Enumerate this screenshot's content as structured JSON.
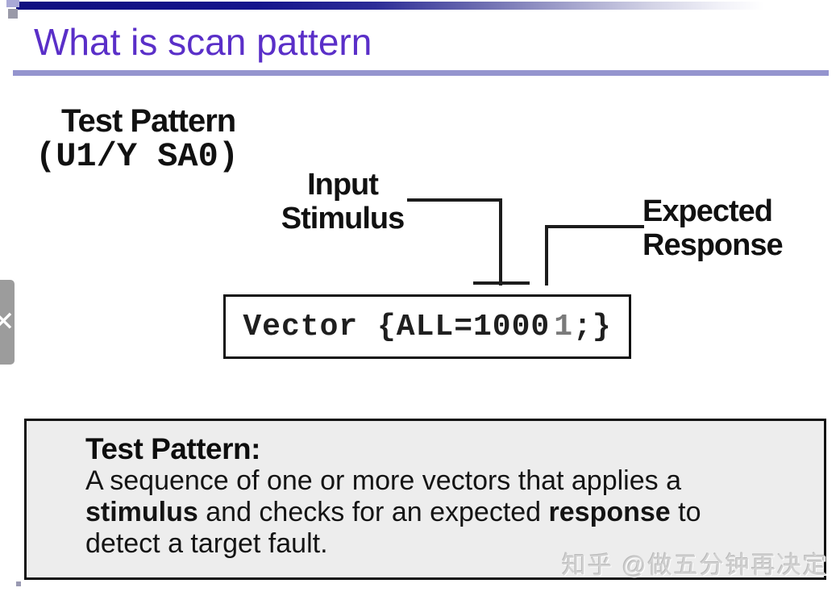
{
  "slide": {
    "title": "What is scan pattern",
    "pattern_heading": "Test Pattern",
    "pattern_subheading": "(U1/Y SA0)",
    "input_label_line1": "Input",
    "input_label_line2": "Stimulus",
    "expected_label_line1": "Expected",
    "expected_label_line2": "Response",
    "vector": {
      "prefix": "Vector {ALL=1000",
      "response_bit": "1",
      "suffix": ";}"
    },
    "definition": {
      "heading": "Test Pattern:",
      "line1": "A sequence of one or more vectors that applies a",
      "line2_bold1": "stimulus",
      "line2_text1": " and checks for an expected ",
      "line2_bold2": "response",
      "line2_text2": " to",
      "line3": "detect a target fault."
    }
  },
  "overlay": {
    "watermark": "知乎 @做五分钟再决定",
    "prev_button_glyph": "✕"
  },
  "colors": {
    "title_purple": "#5a2fc8",
    "title_rule": "#9494ce",
    "bar_navy": "#14148c",
    "definition_background": "#ededed",
    "connector_black": "#1c1c1c",
    "response_bit_gray": "#7a7a7a",
    "watermark_gray": "#d2d2d2"
  }
}
